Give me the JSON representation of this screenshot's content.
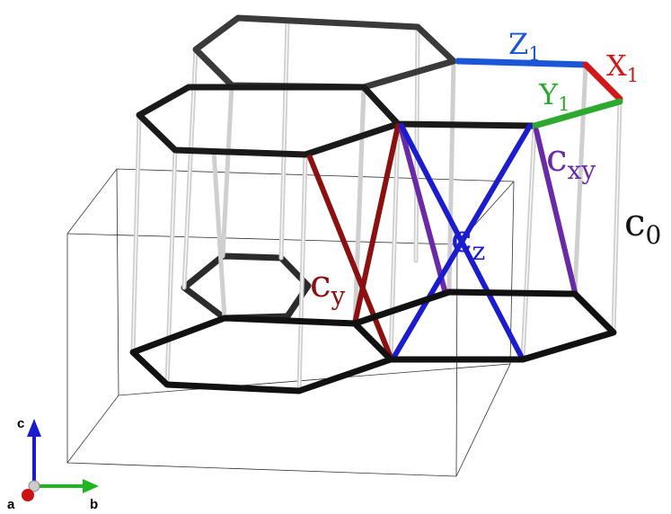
{
  "labels": {
    "z1": {
      "main": "Z",
      "sub": "1"
    },
    "x1": {
      "main": "X",
      "sub": "1"
    },
    "y1": {
      "main": "Y",
      "sub": "1"
    },
    "cxy": {
      "main": "c",
      "sub": "xy"
    },
    "c0": {
      "main": "c",
      "sub": "0"
    },
    "cz": {
      "main": "c",
      "sub": "z"
    },
    "cy": {
      "main": "c",
      "sub": "y"
    }
  },
  "axes": {
    "c": "c",
    "a": "a",
    "b": "b"
  },
  "colors": {
    "hex_edge": "#111111",
    "rod": "#d9d9d9",
    "box": "#333333",
    "z1": "#1a56d6",
    "x1": "#d01818",
    "y1": "#2ea82e",
    "cxy": "#6a2aa8",
    "cz": "#1c1ccf",
    "cy": "#8b1010",
    "c0": "#111111",
    "axis_c": "#1a1ad0",
    "axis_b": "#1fb51f",
    "axis_a": "#cc1111"
  }
}
